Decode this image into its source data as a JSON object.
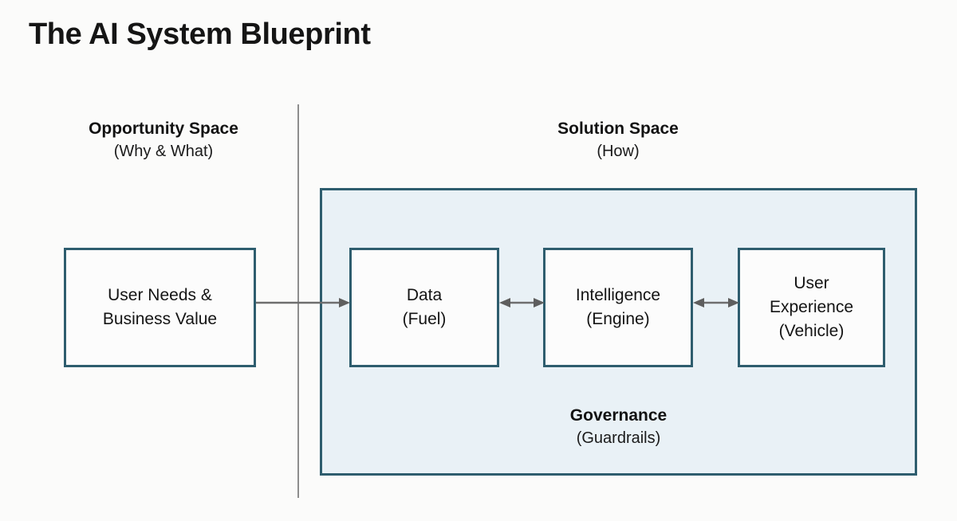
{
  "page": {
    "title": "The AI System Blueprint",
    "background_color": "#fbfbfa"
  },
  "theme": {
    "box_border_color": "#2e5d6e",
    "box_fill_color": "#fcfcfc",
    "container_fill_color": "#e9f1f6",
    "arrow_color": "#6e6e6e",
    "divider_color": "#8d8d8d",
    "text_color": "#141414"
  },
  "sections": {
    "opportunity": {
      "heading": "Opportunity Space",
      "subheading": "(Why & What)"
    },
    "solution": {
      "heading": "Solution Space",
      "subheading": "(How)"
    }
  },
  "governance": {
    "heading": "Governance",
    "subheading": "(Guardrails)"
  },
  "nodes": [
    {
      "id": "user-needs",
      "label": "User Needs &\nBusiness Value"
    },
    {
      "id": "data",
      "label": "Data\n(Fuel)"
    },
    {
      "id": "intelligence",
      "label": "Intelligence\n(Engine)"
    },
    {
      "id": "user-experience",
      "label": "User\nExperience\n(Vehicle)"
    }
  ],
  "connectors": [
    {
      "id": "needs-to-data",
      "from": "user-needs",
      "to": "data",
      "direction": "single"
    },
    {
      "id": "data-intelligence",
      "from": "data",
      "to": "intelligence",
      "direction": "double"
    },
    {
      "id": "intelligence-ux",
      "from": "intelligence",
      "to": "user-experience",
      "direction": "double"
    }
  ]
}
